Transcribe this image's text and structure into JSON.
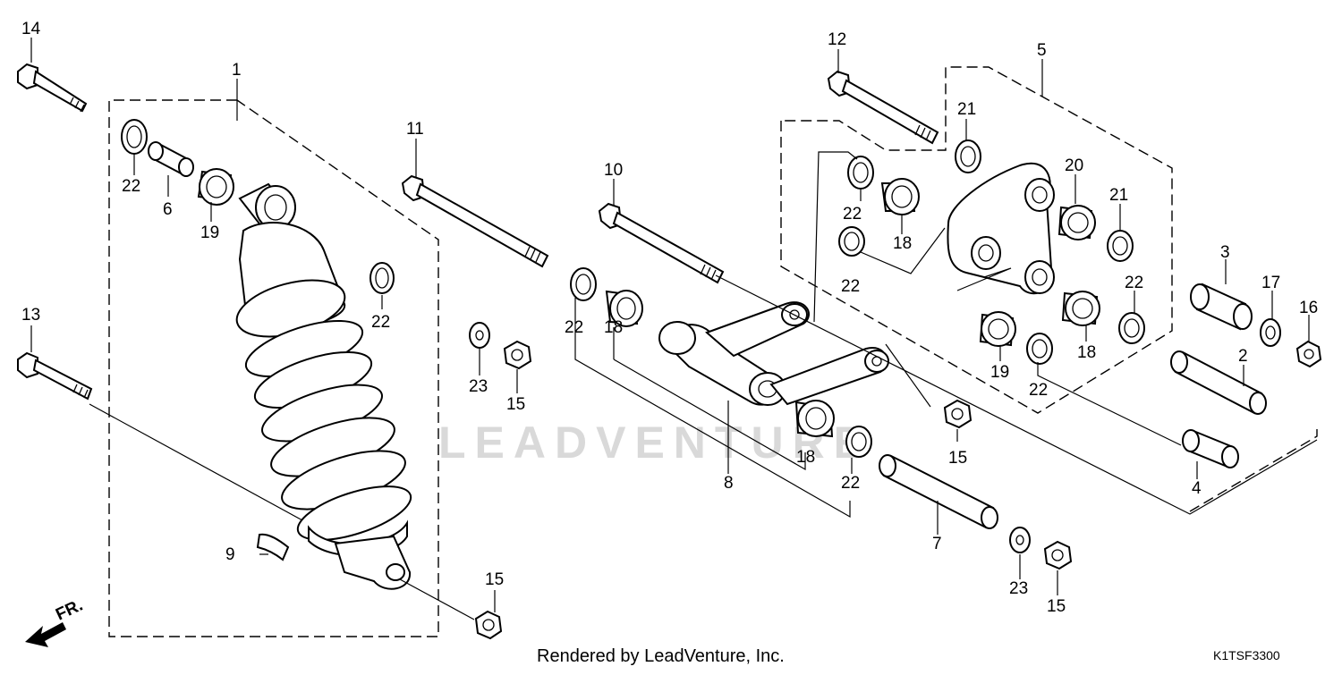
{
  "diagram": {
    "callouts": [
      "1",
      "2",
      "3",
      "4",
      "5",
      "6",
      "7",
      "8",
      "9",
      "10",
      "11",
      "12",
      "13",
      "14",
      "15",
      "16",
      "17",
      "18",
      "19",
      "20",
      "21",
      "22",
      "23"
    ],
    "labels": {
      "c14": "14",
      "c1": "1",
      "c22a": "22",
      "c6": "6",
      "c19a": "19",
      "c13": "13",
      "c22b": "22",
      "c9": "9",
      "c15a": "15",
      "c11": "11",
      "c23a": "23",
      "c15b": "15",
      "c10": "10",
      "c22c": "22",
      "c18a": "18",
      "c8": "8",
      "c18b": "18",
      "c22d": "22",
      "c15c": "15",
      "c12": "12",
      "c5": "5",
      "c21a": "21",
      "c22e": "22",
      "c18c": "18",
      "c22f": "22",
      "c20": "20",
      "c21b": "21",
      "c19b": "19",
      "c18d": "18",
      "c22g": "22",
      "c22h": "22",
      "c3": "3",
      "c17": "17",
      "c16": "16",
      "c2": "2",
      "c4": "4",
      "c7": "7",
      "c23b": "23",
      "c15d": "15"
    },
    "direction_label": "FR.",
    "watermark": "LEADVENTURE",
    "footer": "Rendered by LeadVenture, Inc.",
    "diagram_code": "K1TSF3300"
  }
}
